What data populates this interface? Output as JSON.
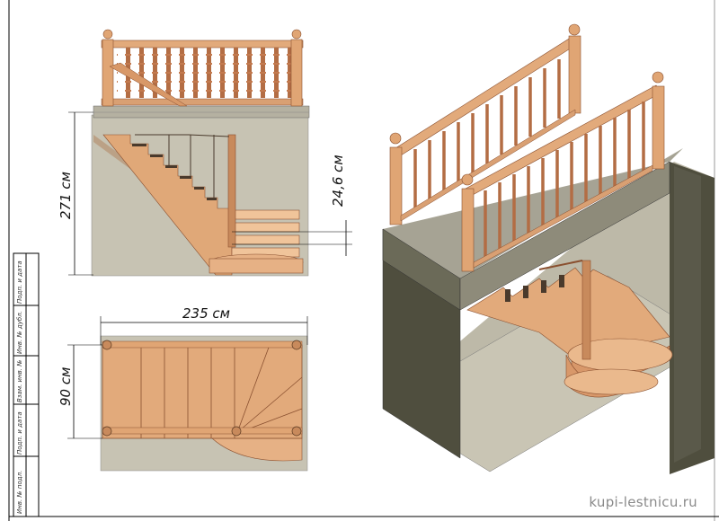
{
  "dimensions": {
    "height": "271 см",
    "riser": "24,6 см",
    "length": "235 см",
    "width": "90 см"
  },
  "title_block": [
    "Подп. и дата",
    "Инв. № дубл.",
    "Взам. инв. №",
    "Подп. и дата",
    "Инв. № подл."
  ],
  "watermark": "kupi-lestnicu.ru",
  "colors": {
    "wood": "#e2aa7b",
    "wood_dark": "#a86a45",
    "wall": "#c7c3b3",
    "wall_dark": "#4f4e3e",
    "floor": "#bdb9a8"
  }
}
